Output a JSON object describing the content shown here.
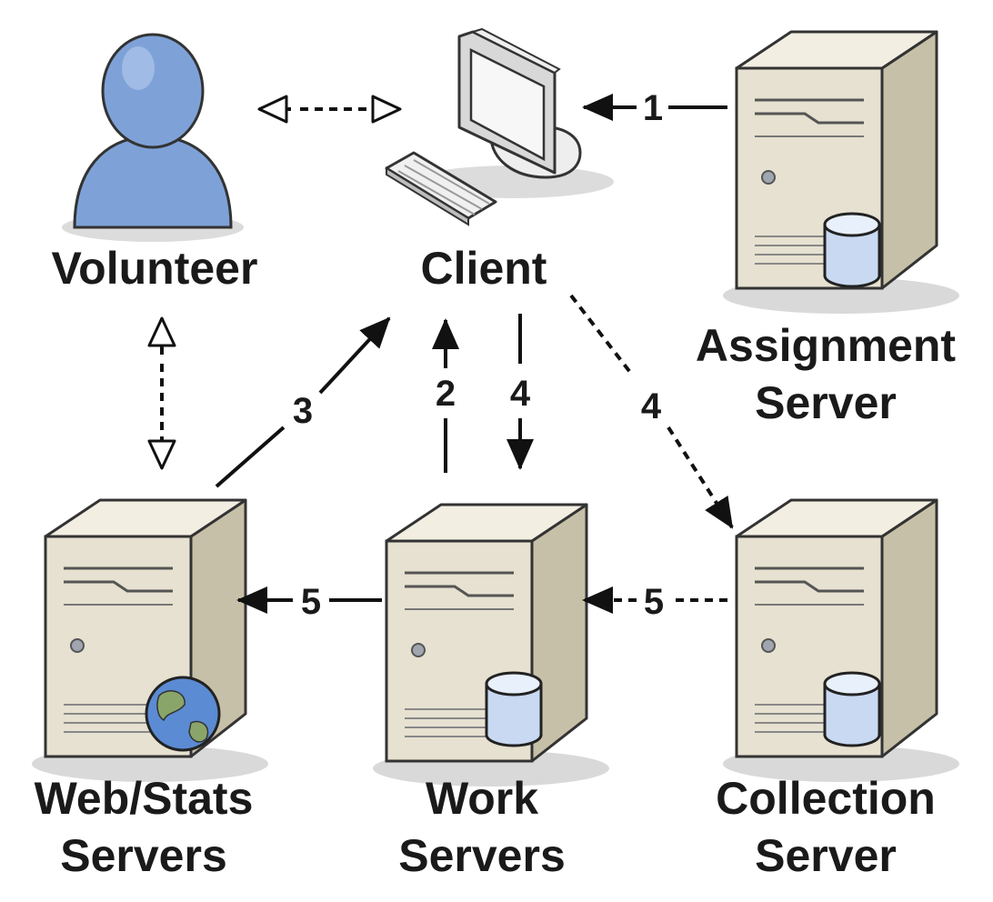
{
  "nodes": {
    "volunteer": {
      "label": "Volunteer"
    },
    "client": {
      "label": "Client"
    },
    "assignment_server": {
      "label_line1": "Assignment",
      "label_line2": "Server"
    },
    "web_stats_servers": {
      "label_line1": "Web/Stats",
      "label_line2": "Servers"
    },
    "work_servers": {
      "label_line1": "Work",
      "label_line2": "Servers"
    },
    "collection_server": {
      "label_line1": "Collection",
      "label_line2": "Server"
    }
  },
  "edges": {
    "assignment_to_client": "1",
    "work_to_client": "2",
    "web_to_client": "3",
    "client_to_work": "4",
    "client_to_collection": "4",
    "work_to_web": "5",
    "collection_to_work": "5"
  },
  "colors": {
    "server_body": "#e6e1d0",
    "server_side": "#c7c0a8",
    "person": "#7ea2d8",
    "database": "#c9d9f2",
    "globe": "#5b8bd3",
    "arrow": "#111111"
  }
}
